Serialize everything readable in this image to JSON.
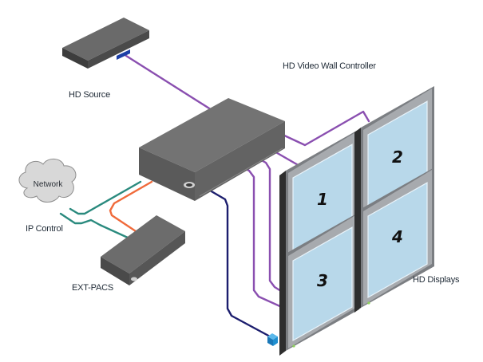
{
  "diagram": {
    "type": "video wall connection diagram",
    "labels": {
      "hd_source": "HD Source",
      "controller": "HD Video Wall Controller",
      "network": "Network",
      "ip_control": "IP Control",
      "ext_pacs": "EXT-PACS",
      "hd_displays": "HD Displays"
    },
    "displays": [
      {
        "number": "1",
        "position": "top-left"
      },
      {
        "number": "2",
        "position": "top-right"
      },
      {
        "number": "3",
        "position": "bottom-left"
      },
      {
        "number": "4",
        "position": "bottom-right"
      }
    ],
    "cable_colors": {
      "hdmi": "#8a4fb0",
      "ip": "#2a8a7e",
      "serial": "#f06a3a",
      "ir": "#1c1e6e"
    },
    "colors": {
      "device_top": "#6f6f6f",
      "device_front": "#4d4d4d",
      "screen": "#b8d8ea",
      "bezel": "#7b7e82",
      "cloud": "#d9d9d9",
      "ir_sensor": "#1f8fd0"
    }
  }
}
